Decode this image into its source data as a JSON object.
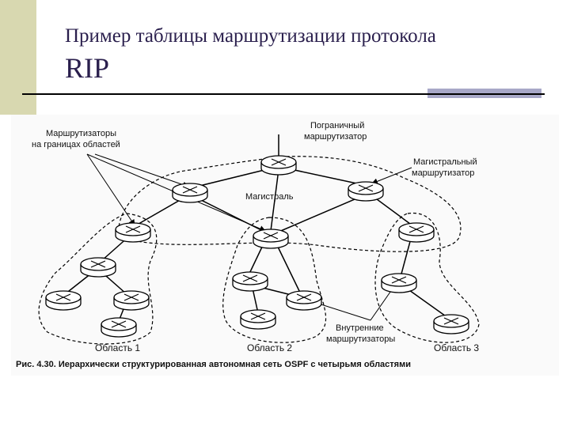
{
  "slide": {
    "title_line1": "Пример таблицы маршрутизации протокола",
    "title_line2": "RIP"
  },
  "diagram": {
    "labels": {
      "area_border_routers": [
        "Маршрутизаторы",
        "на границах областей"
      ],
      "border_router": [
        "Пограничный",
        "маршрутизатор"
      ],
      "backbone_router": [
        "Магистральный",
        "маршрутизатор"
      ],
      "backbone": "Магистраль",
      "internal_routers": [
        "Внутренние",
        "маршрутизаторы"
      ],
      "area1": "Область 1",
      "area2": "Область 2",
      "area3": "Область 3"
    },
    "caption": "Рис. 4.30. Иерархически структурированная автономная сеть OSPF с четырьмя областями"
  }
}
